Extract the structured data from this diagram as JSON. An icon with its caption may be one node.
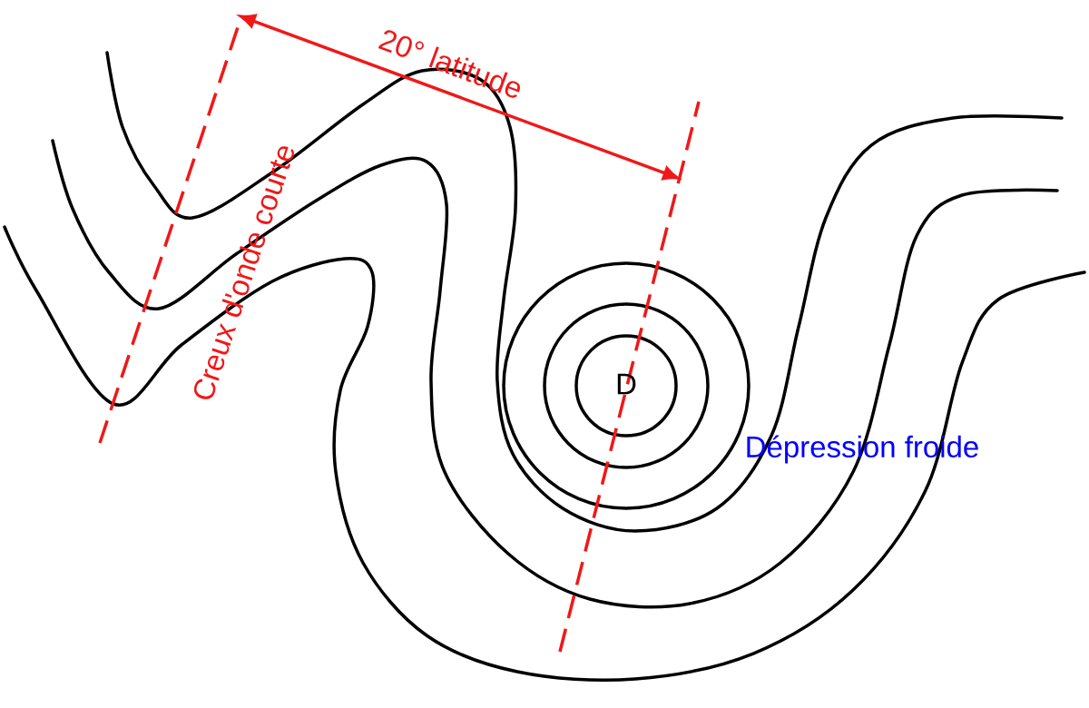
{
  "diagram": {
    "labels": [
      "20° latitude",
      "Creux d'onde courte",
      "D",
      "Dépression froide"
    ]
  }
}
